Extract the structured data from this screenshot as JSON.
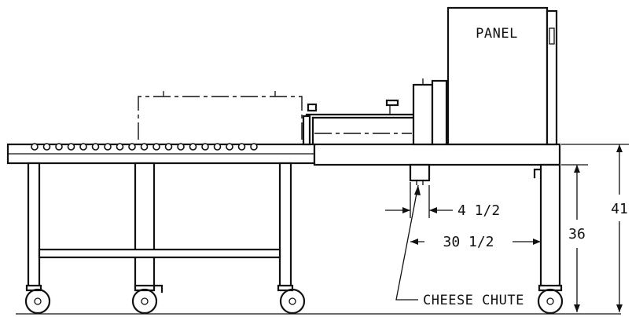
{
  "labels": {
    "panel": "PANEL",
    "cheese_chute": "CHEESE CHUTE"
  },
  "dimensions": {
    "chute_offset": "4 1/2",
    "chute_to_leg": "30 1/2",
    "table_height": "36",
    "overall_height": "41"
  }
}
